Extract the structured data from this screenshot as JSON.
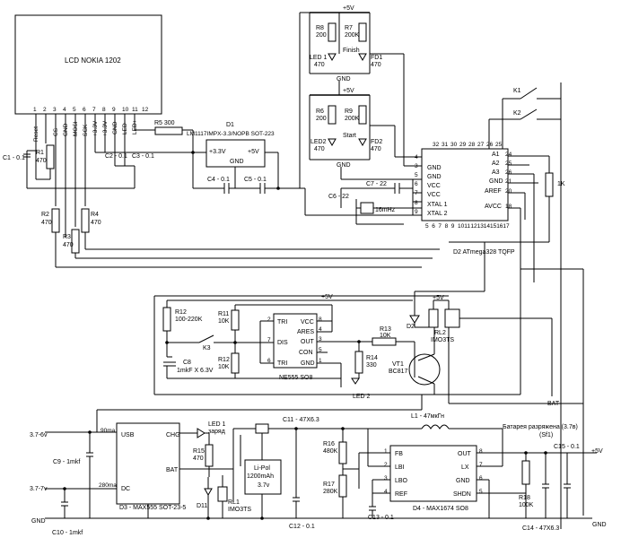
{
  "lcd": {
    "title": "LCD NOKIA 1202",
    "pins": [
      "1",
      "2",
      "3",
      "4",
      "5",
      "6",
      "7",
      "8",
      "9",
      "10",
      "11",
      "12"
    ],
    "pin_labels": [
      "Reset",
      "CS",
      "GND",
      "MOSI",
      "SCK",
      "+3.3V",
      "+3.3V",
      "GND",
      "LED-",
      "LED+"
    ]
  },
  "top_leds": {
    "vcc1": "+5V",
    "r8": "R8",
    "r8v": "200",
    "r7": "R7",
    "r7v": "200K",
    "finish": "Finish",
    "led1": "LED 1",
    "led1v": "470",
    "fd1": "FD1",
    "fd1v": "470",
    "gnd1": "GND",
    "vcc2": "+5V",
    "r6": "R6",
    "r6v": "200",
    "r9": "R9",
    "r9v": "200K",
    "start": "Start",
    "led2": "LED2",
    "led2v": "470",
    "fd2": "FD2",
    "fd2v": "470",
    "gnd2": "GND"
  },
  "regulator": {
    "r5": "R5 300",
    "d1": "D1",
    "d1_name": "LM1117IMPX-3.3/NOPB  SOT-223",
    "in": "+5V",
    "out": "+3.3V",
    "gnd": "GND",
    "c4": "C4 - 0.1",
    "c5": "C5 - 0.1",
    "c2": "C2 - 0.1",
    "c3": "C3 - 0.1"
  },
  "left_res": {
    "c1": "C1 - 0.1",
    "r1": "R1",
    "r1v": "470",
    "r2": "R2",
    "r2v": "470",
    "r3": "R3",
    "r3v": "470",
    "r4": "R4",
    "r4v": "470"
  },
  "mcu": {
    "name": "D2 ATmega328 TQFP",
    "left_pins": [
      "4",
      "3",
      "5",
      "6",
      "7",
      "8",
      "9"
    ],
    "left_labels": [
      "",
      "GND",
      "GND",
      "VCC",
      "VCC",
      "XTAL 1",
      "XTAL 2"
    ],
    "top_pins": [
      "32",
      "31",
      "30",
      "29",
      "28",
      "27",
      "26",
      "25"
    ],
    "right_labels": [
      "A1",
      "A2",
      "A3",
      "GND",
      "AREF",
      "AVCC"
    ],
    "right_pins": [
      "24",
      "25",
      "26",
      "21",
      "20",
      "18"
    ],
    "bottom_pins": [
      "5",
      "6",
      "7",
      "8",
      "9",
      "10",
      "11",
      "12",
      "13",
      "14",
      "15",
      "16",
      "17"
    ],
    "c6": "C6 - 22",
    "c7": "C7 - 22",
    "xtal": "16mHz",
    "k1": "K1",
    "k2": "K2",
    "r1k": "1K"
  },
  "timer": {
    "r12a": "R12",
    "r12v": "100-220K",
    "r11": "R11",
    "r11v": "10K",
    "r12b": "R12",
    "r12bv": "10K",
    "k3": "K3",
    "c8": "C8",
    "c8v": "1mkF X 6.3V",
    "name": "NE555  SO8",
    "vcc": "+5V",
    "pins": [
      "TRI",
      "DIS",
      "TRI",
      "VCC",
      "ARES",
      "OUT",
      "CON",
      "GND"
    ],
    "pnums": [
      "2",
      "7",
      "6",
      "8",
      "4",
      "3",
      "5",
      "1"
    ],
    "r13": "R13",
    "r13v": "10K",
    "r14": "R14",
    "r14v": "330",
    "vt1": "VT1",
    "vt1v": "BC817",
    "led": "LED 2"
  },
  "relay": {
    "vcc": "+5V",
    "d2": "D2",
    "rl2": "RL2",
    "rl2v": "IMO3TS",
    "bat": "BAT"
  },
  "charger": {
    "v1": "3.7-6v",
    "v2": "3.7-7v",
    "gnd": "GND",
    "c9": "C9 - 1mkf",
    "c10": "C10 - 1mkf",
    "d3": "D3 - MAX555  SOT-23-5",
    "usb": "USB",
    "dc": "DC",
    "ma90": "90ma",
    "ma280": "280ma",
    "chg": "CHG",
    "bat": "BAT",
    "led1": "LED 1",
    "led1b": "заряд",
    "r15": "R15",
    "r15v": "470",
    "d11": "D11",
    "rl1": "RL1",
    "rl1v": "IMO3TS",
    "c11": "C11 - 47X6.3",
    "lipo1": "Li-Pol",
    "lipo2": "1200mAh",
    "lipo3": "3.7v",
    "c12": "C12 - 0.1"
  },
  "boost": {
    "l1": "L1 - 47мкГн",
    "batlow": "Батарея разряжена (3.7в)",
    "batlow2": "(Sf1)",
    "r16": "R16",
    "r16v": "480K",
    "r17": "R17",
    "r17v": "280K",
    "c13": "C13 - 0.1",
    "d4": "D4 - MAX1674  SO8",
    "pins_l": [
      "FB",
      "LBI",
      "LBO",
      "REF"
    ],
    "pnl": [
      "1",
      "2",
      "3",
      "4"
    ],
    "pins_r": [
      "OUT",
      "LX",
      "GND",
      "SHDN"
    ],
    "pnr": [
      "8",
      "7",
      "6",
      "5"
    ],
    "c15": "C15 - 0.1",
    "vcc": "+5V",
    "r18": "R18",
    "r18v": "100K",
    "c14": "C14 - 47X6.3",
    "gnd": "GND"
  }
}
